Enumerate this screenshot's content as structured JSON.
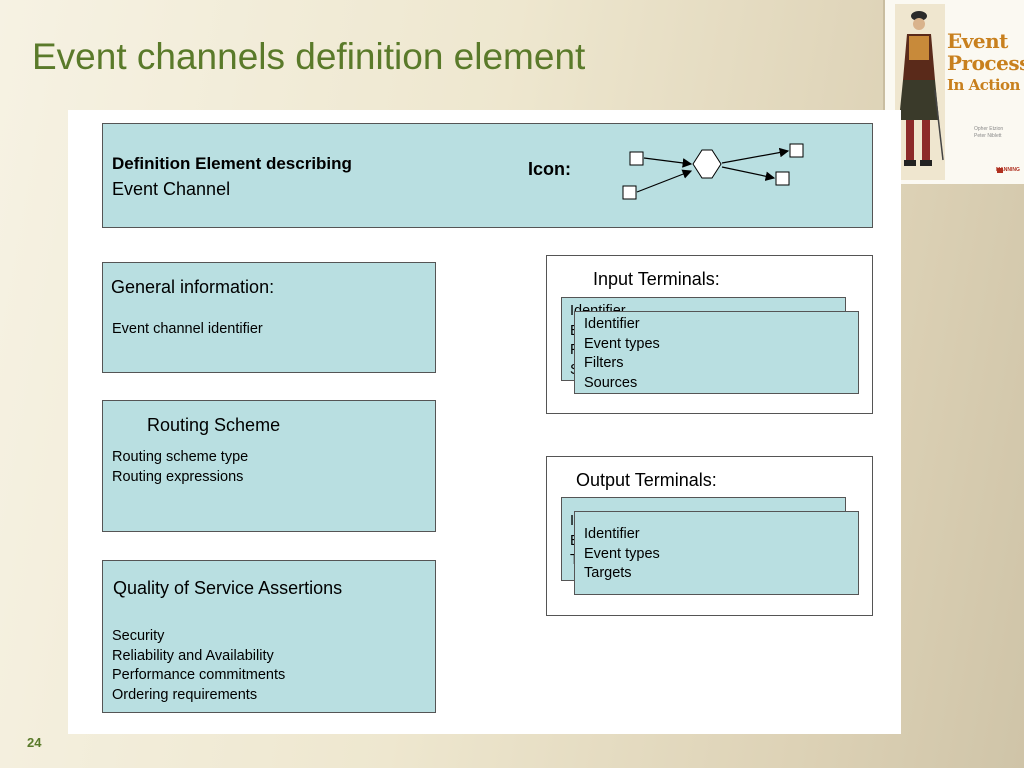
{
  "slide": {
    "title": "Event channels definition element",
    "page_number": "24"
  },
  "book_cover": {
    "title_lines": [
      "Event",
      "Processing",
      "In Action"
    ],
    "authors": [
      "Opher Etzion",
      "Peter Niblett"
    ],
    "publisher": "MANNING"
  },
  "header_box": {
    "title_bold": "Definition Element describing",
    "title_rest": "Event Channel",
    "icon_label": "Icon:"
  },
  "general_info": {
    "heading": "General information:",
    "items": [
      "Event channel identifier"
    ]
  },
  "routing": {
    "heading": "Routing Scheme",
    "items": [
      "Routing scheme type",
      "Routing expressions"
    ]
  },
  "qos": {
    "heading": "Quality of Service Assertions",
    "items": [
      "Security",
      "Reliability and Availability",
      "Performance commitments",
      "Ordering requirements"
    ]
  },
  "input_terminals": {
    "heading": "Input Terminals:",
    "items": [
      "Identifier",
      "Event types",
      "Filters",
      "Sources"
    ]
  },
  "output_terminals": {
    "heading": "Output Terminals:",
    "items": [
      "Identifier",
      "Event types",
      "Targets"
    ]
  }
}
